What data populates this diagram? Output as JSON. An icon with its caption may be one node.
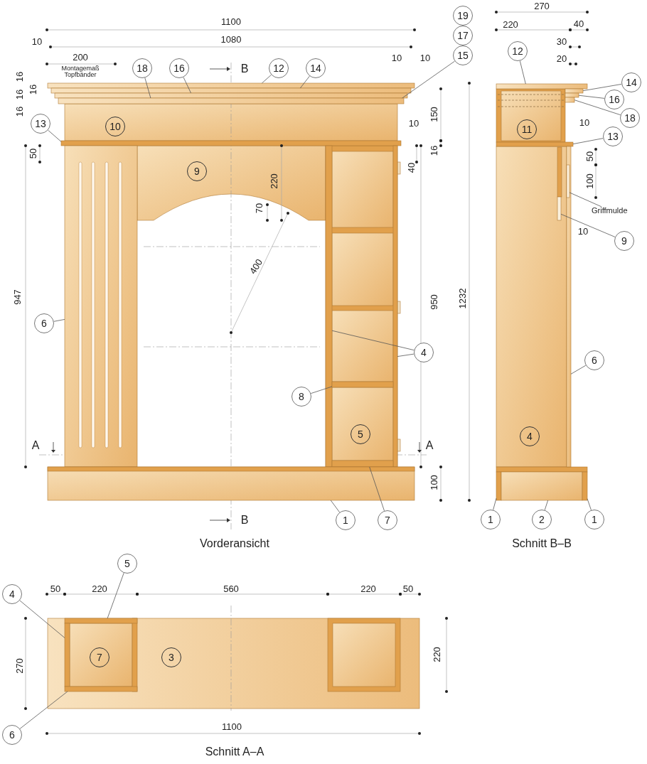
{
  "diagram": {
    "nodes": [
      {
        "text": [
          "18"
        ]
      },
      {
        "text": [
          "16"
        ]
      },
      {
        "text": [
          "12"
        ]
      },
      {
        "text": [
          "14"
        ]
      },
      {
        "text": [
          "15"
        ]
      },
      {
        "text": [
          "13"
        ]
      },
      {
        "text": [
          "6"
        ]
      },
      {
        "text": [
          "4"
        ]
      },
      {
        "text": [
          "8"
        ]
      },
      {
        "text": [
          "1"
        ]
      },
      {
        "text": [
          "7"
        ]
      },
      {
        "text": [
          "12"
        ]
      },
      {
        "text": [
          "14"
        ]
      },
      {
        "text": [
          "16"
        ]
      },
      {
        "text": [
          "18"
        ]
      },
      {
        "text": [
          "13"
        ]
      },
      {
        "text": [
          "Griffmulde"
        ]
      },
      {
        "text": [
          "9"
        ]
      },
      {
        "text": [
          "6"
        ]
      },
      {
        "text": [
          "1"
        ]
      },
      {
        "text": [
          "2"
        ]
      },
      {
        "text": [
          "1"
        ]
      },
      {
        "text": [
          "5"
        ]
      },
      {
        "text": [
          "4"
        ]
      },
      {
        "text": [
          "6"
        ]
      },
      {
        "text": [
          "19"
        ]
      },
      {
        "text": [
          "17"
        ]
      },
      {
        "text": [],
        "shape": "box"
      },
      {
        "text": [],
        "shape": "box"
      },
      {
        "text": [],
        "shape": "box"
      },
      {
        "text": [],
        "shape": "box"
      },
      {
        "text": [],
        "shape": "box"
      },
      {
        "text": [],
        "shape": "box"
      },
      {
        "text": [],
        "shape": "box"
      },
      {
        "text": [],
        "shape": "box"
      },
      {
        "text": [],
        "shape": "box"
      },
      {
        "text": [],
        "shape": "box"
      },
      {
        "text": [],
        "shape": "box"
      },
      {
        "text": [],
        "shape": "box"
      },
      {
        "text": [],
        "shape": "box"
      },
      {
        "text": [],
        "shape": "box"
      },
      {
        "text": [],
        "shape": "box"
      },
      {
        "text": [],
        "shape": "box"
      },
      {
        "text": [],
        "shape": "box",
        "in": 45
      },
      {
        "text": [],
        "shape": "box"
      },
      {
        "text": [],
        "shape": "box"
      },
      {
        "text": [],
        "shape": "box"
      },
      {
        "text": [],
        "shape": "box"
      },
      {
        "text": [],
        "shape": "box"
      },
      {
        "text": [],
        "shape": "box"
      },
      {
        "text": [],
        "shape": "box"
      },
      {
        "text": [],
        "shape": "box"
      }
    ],
    "edges": [
      {
        "from": 0,
        "to": 30,
        "arrow": "none"
      },
      {
        "from": 1,
        "to": 29,
        "arrow": "none"
      },
      {
        "from": 2,
        "to": 27,
        "arrow": "none"
      },
      {
        "from": 3,
        "to": 28,
        "arrow": "none"
      },
      {
        "from": 4,
        "to": 30,
        "arrow": "none"
      },
      {
        "from": 5,
        "to": 31,
        "arrow": "none"
      },
      {
        "from": 6,
        "to": 32,
        "arrow": "none"
      },
      {
        "from": 7,
        "to": 33,
        "arrow": "none"
      },
      {
        "from": 7,
        "to": 34,
        "arrow": "none"
      },
      {
        "from": 8,
        "to": 35,
        "arrow": "none"
      },
      {
        "from": 9,
        "to": 37,
        "arrow": "none"
      },
      {
        "from": 10,
        "to": 36,
        "arrow": "none"
      },
      {
        "from": 11,
        "to": 38,
        "arrow": "none"
      },
      {
        "from": 12,
        "to": 39,
        "arrow": "none"
      },
      {
        "from": 13,
        "to": 40,
        "arrow": "none"
      },
      {
        "from": 14,
        "to": 41,
        "arrow": "none"
      },
      {
        "from": 15,
        "to": 42,
        "arrow": "none"
      },
      {
        "from": 16,
        "to": 43,
        "arrow": "none"
      },
      {
        "from": 17,
        "to": 44,
        "arrow": "none"
      },
      {
        "from": 18,
        "to": 45,
        "arrow": "none"
      },
      {
        "from": 19,
        "to": 46,
        "arrow": "none"
      },
      {
        "from": 20,
        "to": 47,
        "arrow": "none"
      },
      {
        "from": 21,
        "to": 48,
        "arrow": "none"
      },
      {
        "from": 22,
        "to": 49,
        "arrow": "none"
      },
      {
        "from": 23,
        "to": 50,
        "arrow": "none"
      },
      {
        "from": 24,
        "to": 51,
        "arrow": "none"
      }
    ],
    "labels": [
      "1100",
      "10",
      "1080",
      "200",
      "Montagemaß Topfbänder",
      "B",
      "10",
      "10",
      "16",
      "16",
      "16",
      "16",
      "10",
      "150",
      "10",
      "50",
      "9",
      "16",
      "40",
      "220",
      "70",
      "400",
      "947",
      "950",
      "1232",
      "A",
      "5",
      "A",
      "100",
      "B",
      "Vorderansicht",
      "270",
      "220",
      "40",
      "30",
      "20",
      "11",
      "10",
      "50",
      "100",
      "10",
      "4",
      "Schnitt B–B",
      "50",
      "220",
      "560",
      "220",
      "50",
      "270",
      "7",
      "3",
      "220",
      "1100",
      "Schnitt A–A"
    ]
  }
}
